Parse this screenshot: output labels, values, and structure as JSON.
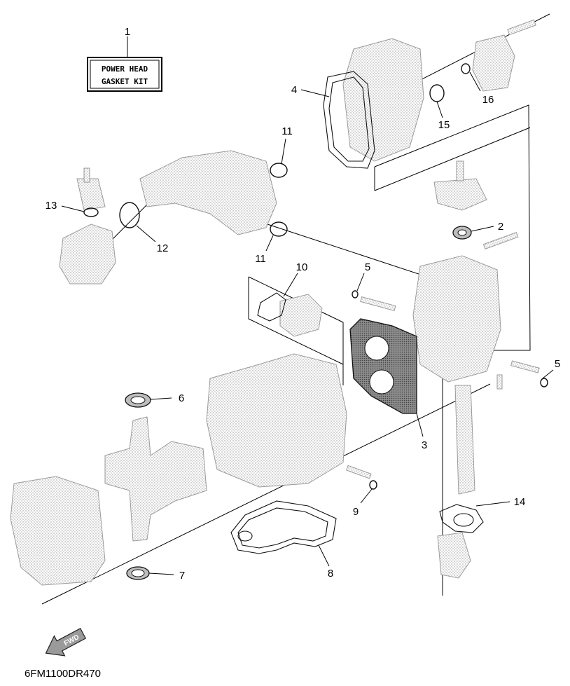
{
  "diagram": {
    "kit_label": [
      "POWER HEAD",
      "GASKET KIT"
    ],
    "callouts": [
      {
        "id": "c1",
        "text": "1"
      },
      {
        "id": "c2",
        "text": "2"
      },
      {
        "id": "c3",
        "text": "3"
      },
      {
        "id": "c4",
        "text": "4"
      },
      {
        "id": "c5a",
        "text": "5"
      },
      {
        "id": "c5b",
        "text": "5"
      },
      {
        "id": "c6",
        "text": "6"
      },
      {
        "id": "c7",
        "text": "7"
      },
      {
        "id": "c8",
        "text": "8"
      },
      {
        "id": "c9",
        "text": "9"
      },
      {
        "id": "c10",
        "text": "10"
      },
      {
        "id": "c11a",
        "text": "11"
      },
      {
        "id": "c11b",
        "text": "11"
      },
      {
        "id": "c12",
        "text": "12"
      },
      {
        "id": "c13",
        "text": "13"
      },
      {
        "id": "c14",
        "text": "14"
      },
      {
        "id": "c15",
        "text": "15"
      },
      {
        "id": "c16",
        "text": "16"
      }
    ],
    "fwd_label": "FWD",
    "drawing_code": "6FM1100DR470",
    "colors": {
      "line": "#000000",
      "dot_fill": "#c8c8c8",
      "background": "#ffffff"
    }
  }
}
